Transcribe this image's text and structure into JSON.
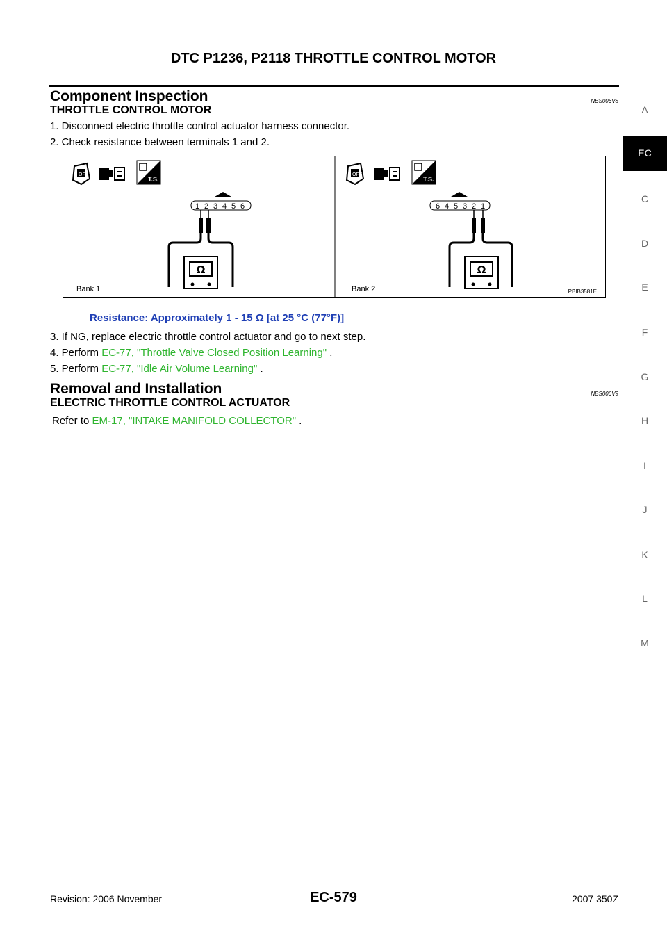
{
  "header": {
    "title": "DTC P1236, P2118 THROTTLE CONTROL MOTOR"
  },
  "section1": {
    "title": "Component Inspection",
    "code": "NBS006V8",
    "subtitle": "THROTTLE CONTROL MOTOR",
    "steps": [
      "1.   Disconnect electric throttle control actuator harness connector.",
      "2.   Check resistance between terminals 1 and 2."
    ],
    "resistance": "Resistance: Approximately 1 - 15 Ω [at 25 °C (77°F)]",
    "step3": "3.   If NG, replace electric throttle control actuator and go to next step.",
    "step4_prefix": "4.   Perform ",
    "step4_link": "EC-77, \"Throttle Valve Closed Position Learning\"",
    "step4_suffix": " .",
    "step5_prefix": "5.   Perform ",
    "step5_link": "EC-77, \"Idle Air Volume Learning\"",
    "step5_suffix": " ."
  },
  "figure": {
    "left_label": "Bank 1",
    "right_label": "Bank 2",
    "left_terminals": [
      "1",
      "2",
      "3",
      "4",
      "5",
      "6"
    ],
    "right_terminals": [
      "6",
      "4",
      "5",
      "3",
      "2",
      "1"
    ],
    "off_text": "OFF",
    "ts_text": "T.S.",
    "omega": "Ω",
    "code": "PBIB3581E"
  },
  "section2": {
    "title": "Removal and Installation",
    "code": "NBS006V9",
    "subtitle": "ELECTRIC THROTTLE CONTROL ACTUATOR",
    "refer_prefix": "Refer to ",
    "refer_link": "EM-17, \"INTAKE MANIFOLD COLLECTOR\"",
    "refer_suffix": " ."
  },
  "side_nav": {
    "letters": [
      "A",
      "C",
      "D",
      "E",
      "F",
      "G",
      "H",
      "I",
      "J",
      "K",
      "L",
      "M"
    ],
    "active": "EC"
  },
  "footer": {
    "revision": "Revision: 2006 November",
    "page": "EC-579",
    "model": "2007 350Z"
  }
}
